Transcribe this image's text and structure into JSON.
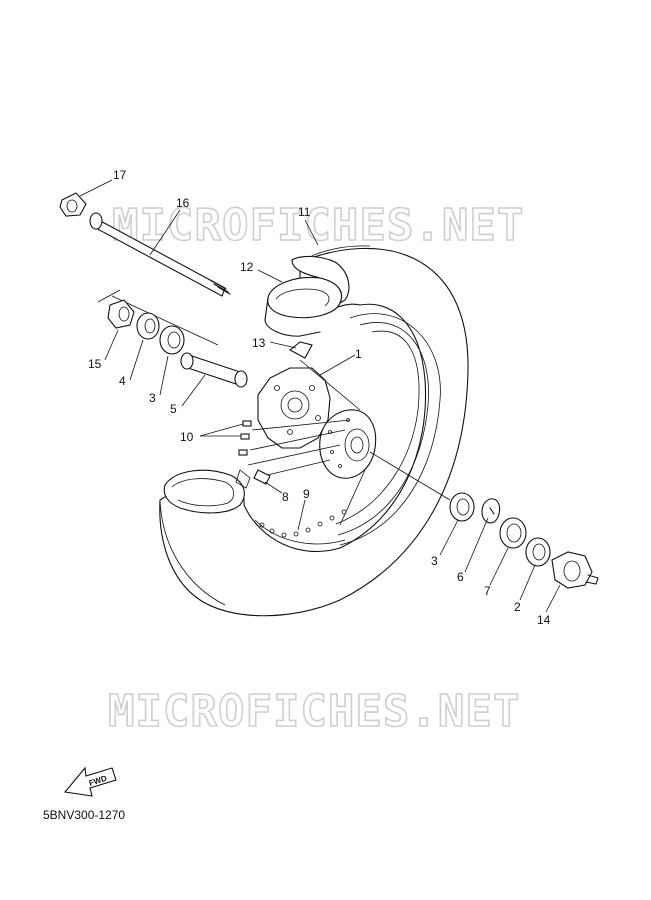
{
  "diagram": {
    "watermark_top": "MICROFICHES.NET",
    "watermark_bottom": "MICROFICHES.NET",
    "fwd_label": "FWD",
    "document_code": "5BNV300-1270",
    "callouts": {
      "c17": "17",
      "c16": "16",
      "c11": "11",
      "c12": "12",
      "c13": "13",
      "c1": "1",
      "c15": "15",
      "c4": "4",
      "c3a": "3",
      "c5": "5",
      "c10": "10",
      "c8": "8",
      "c9": "9",
      "c3b": "3",
      "c6": "6",
      "c7": "7",
      "c2": "2",
      "c14": "14"
    }
  }
}
